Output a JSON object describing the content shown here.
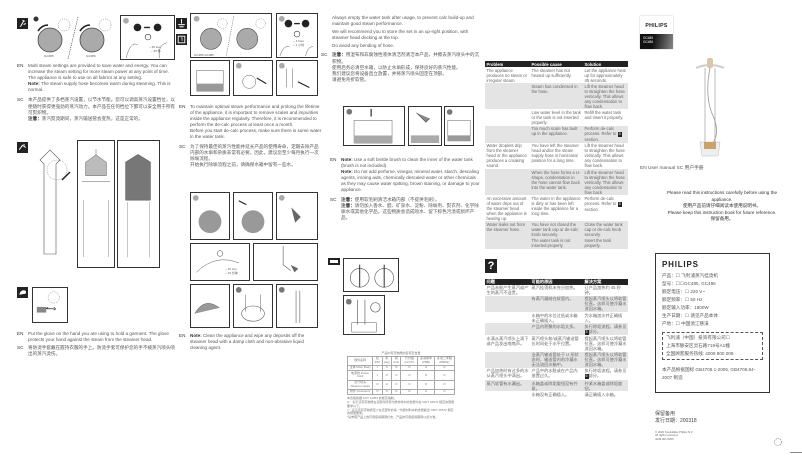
{
  "col1": {
    "en_lang": "EN",
    "sc_lang": "SC",
    "en_steam": "Multi steam settings are provided to save water and energy. You can increase the steam setting for more steam power at any point of time. The appliance is safe to use on all fabrics at any setting.",
    "en_note_label": "Note:",
    "en_note": " The steam supply hose becomes warm during steaming. This is normal.",
    "sc_steam": "本产品提供了多档蒸汽设置，以节水节能。您可以调高蒸汽设置档位，以便随时获得更强劲的蒸汽动力。本产品在任何档位下都可以安全用于所有可熨织物。",
    "sc_note_label": "注意：",
    "sc_note": "蒸汽熨烫期间，蒸汽输送管会变热，这是正常的。",
    "dial_labels": [
      "GC485",
      "GC486"
    ],
    "time_label": "~ 25 sec.",
    "time_label_sc": "~ 25 秒",
    "en_glove": "Put the glove on the hand you are using to hold a garment. The glove protects your hand against the steam from the steamer head.",
    "sc_glove": "将防烫手套戴在握持衣服的手上。防烫手套可保护您的手不被蒸汽喷头喷出的蒸汽烫伤。"
  },
  "col2": {
    "dial_label": "GC485 GC486",
    "wait_label": "~ 1 hour",
    "wait_label_sc": "~ 1 小时",
    "step_label": "~ 10 min.",
    "step_label_sc": "~ 10 分钟",
    "en_decalc": "To maintain optimal steam performance and prolong the lifetime of the appliance, it is important to remove scales and impurities inside the appliance regularly. Therefore, it is recommended to perform the de-calc process at least once a month.",
    "en_before": "Before you start de-calc process, make sure there is some water in the water tank.",
    "sc_decalc": "为了保持最佳的蒸汽性能并延长产品的使用寿命，定期去除产品内部的水垢和杂质非常有必要。因此，建议您至少每月执行一次除垢流程。",
    "sc_before": "开始执行除垢流程之前，请确保水箱中留有一些水。",
    "en_clean_label": "Note:",
    "en_clean": " Clean the appliance and wipe any deposits off the steamer head with a damp cloth and non-abrasive liquid cleaning agent."
  },
  "col3": {
    "en_empty": "Always empty the water tank after usage, to prevent calc build-up and maintain good steam performance.",
    "en_store": "We will recommend you to store the set in an up-right position, with steamer head docking at the top.",
    "en_hose": "Do avoid any bending of hose.",
    "sc_clean_label": "注意：",
    "sc_clean": "用湿布和非腐蚀性液体清洁剂清洁本产品，并擦去蒸汽喷头中的沉积物。",
    "sc_empty": "使用后务必清空水箱，以防止水垢形成，保持良好的蒸汽性能。",
    "sc_store": "我们建议您将设备直立放置，并将蒸汽喷头固定在顶部。",
    "sc_hose": "请避免弯折软管。",
    "en_brush_label": "Note:",
    "en_brush": " Use a soft bristle brush to clean the inner of the water tank (brush is not included).",
    "en_perfume_label": "Note:",
    "en_perfume": " Do not add perfume, vinegar, mineral water, starch, descaling agents, ironing aids, chemically descaled water or other chemicals as they may cause water spitting, brown staining, or damage to your appliance.",
    "sc_brush_label": "注意：",
    "sc_brush": "使用软毛刷清洁水箱内部（不提供毛刷）。",
    "sc_perfume_label": "注意：",
    "sc_perfume": "请勿加入香水、醋、矿泉水、淀粉、除垢剂、熨衣剂、化学除垢水或其他化学品，这些物质会造成喷水、留下棕色污渍或损坏产品。"
  },
  "troubleshooting_en": {
    "headers": [
      "Problem",
      "Possible cause",
      "Solution"
    ],
    "rows": [
      {
        "problem": "The appliance produces no steam or irregular steam.",
        "cause": "The steamer has not heated up sufficiently.",
        "solution": "Let the appliance heat up for approximately 45 seconds.",
        "shaded": false
      },
      {
        "problem": "",
        "cause": "Steam has condensed in the hose.",
        "solution": "Lift the steamer head to straighten the hose vertically. This allows any condensation to flow back.",
        "shaded": true
      },
      {
        "problem": "",
        "cause": "Low water level in the tank or the tank is not inserted properly.",
        "solution": "Refill the water tank and insert it properly.",
        "shaded": false
      },
      {
        "problem": "",
        "cause": "Too much scale has built up in the appliance.",
        "solution": "Perform de-calc process. Refer to",
        "ref": "5",
        "solution_end": " section.",
        "shaded": true
      },
      {
        "problem": "Water droplets drip from the steamer head or the appliance produces a croaking sound.",
        "cause": "You have left the steamer head and/or the steam supply hose in horizontal position for a long time.",
        "solution": "Lift the steamer head to straighten the hose vertically. This allows any condensation to flow back.",
        "shaded": false
      },
      {
        "problem": "",
        "cause": "When the hose forms a U-shape, condensation in the hose cannot flow back into the water tank.",
        "solution": "Lift the steamer head to straighten the hose vertically. This allows any condensation to flow back.",
        "shaded": true
      },
      {
        "problem": "An excessive amount of water drips out of the steamer head when the appliance is heating up.",
        "cause": "The water in the appliance is dirty or has been left inside the appliance for a long time.",
        "solution": "Perform de-calc process. Refer to",
        "ref": "5",
        "solution_end": " section.",
        "shaded": false
      },
      {
        "problem": "Water leaks out from the steamer hose.",
        "cause": "You have not closed the water tank cap or de-calc knob securely.",
        "solution": "Close the water tank cap or de-calc knob securely.",
        "shaded": true
      },
      {
        "problem": "",
        "cause": "The water tank is not inserted properly.",
        "solution": "Insert the tank properly.",
        "shaded": true
      }
    ]
  },
  "help_icon": "?",
  "troubleshooting_sc": {
    "headers": [
      "问题",
      "可能的原因",
      "解决方案"
    ],
    "rows": [
      {
        "problem": "产品未能产生蒸汽或产生的蒸汽不连贯。",
        "cause": "蒸汽挂烫机未充分加热。",
        "solution": "让产品加热约 45 秒钟。",
        "shaded": false
      },
      {
        "problem": "",
        "cause": "有蒸汽凝结在软管内。",
        "solution": "提起蒸汽喷头以将软管拉直。这样可使冷凝水流回水箱。",
        "shaded": true
      },
      {
        "problem": "",
        "cause": "水箱中的水位过低或水箱未正确插入。",
        "solution": "为水箱加水并正确插入。",
        "shaded": false
      },
      {
        "problem": "",
        "cause": "产品内积聚的水垢太多。",
        "solution": "执行除垢流程。请参见",
        "ref": "5",
        "solution_end": "部分。",
        "shaded": true
      },
      {
        "problem": "水滴从蒸汽喷头上滴下或产品发出咯咯声。",
        "cause": "蒸汽喷头和/或蒸汽输送管长时间处于水平位置。",
        "solution": "提起蒸汽喷头以将软管拉直。这样可使冷凝水流回水箱。",
        "shaded": false
      },
      {
        "problem": "",
        "cause": "当蒸汽输送管处于 U 形状态时，输送管内的冷凝水无法流回水箱中。",
        "solution": "提起蒸汽喷头以将软管拉直。这样可使冷凝水流回水箱。",
        "shaded": true
      },
      {
        "problem": "产品加热时有过多的水从蒸汽喷头中滴出。",
        "cause": "产品中的水脏或在产品内放置过久。",
        "solution": "执行除垢流程。请参见",
        "ref": "5",
        "solution_end": "部分。",
        "shaded": false
      },
      {
        "problem": "蒸汽软管有水漏出。",
        "cause": "水箱盖或除垢旋钮没有拧紧。",
        "solution": "拧紧水箱盖或除垢旋钮。",
        "shaded": true
      },
      {
        "problem": "",
        "cause": "水箱没有正确插入。",
        "solution": "请正确插入水箱。",
        "shaded": false
      }
    ]
  },
  "hazard_table": {
    "title": "产品中有害物质的名称及含量",
    "headers": [
      "部件名称",
      "铅 (Pb)",
      "汞 (Hg)",
      "镉 (Cd)",
      "六价铬 (Cr(VI))",
      "多溴联苯 (PBB)",
      "多溴二苯醚 (PBDE)"
    ],
    "rows": [
      [
        "主体 Main Body",
        "×",
        "O",
        "O",
        "O",
        "O",
        "O"
      ],
      [
        "电源线 Power Cord",
        "×",
        "O",
        "O",
        "O",
        "O",
        "O"
      ],
      [
        "蒸汽喷头 Steamer Head",
        "O",
        "O",
        "O",
        "O",
        "O",
        "O"
      ],
      [
        "附件 Accessory",
        "O",
        "O",
        "O",
        "O",
        "O",
        "O"
      ]
    ],
    "notes": [
      "本表格依据 SJ/T 11364 的规定编制。",
      "O：表示该有害物质在该部件所有均质材料中的含量均在 GB/T 26572 规定的限量要求以下。",
      "×：表示该有害物质至少在该部件的某一均质材料中的含量超出 GB/T 26572 规定的限量要求。",
      "*请参照产品上的环保使用期限标志，产品的环保使用期限以此为准。"
    ]
  },
  "cover": {
    "brand": "PHILIPS",
    "models": [
      "GC485",
      "GC486"
    ],
    "user_manual": "EN  User manual  SC  用户手册",
    "read_en": "Please read this instructions carefully before using the appliance.",
    "read_sc": "使用产品前请仔细阅读本使用说明书。",
    "keep_en": "Please keep this instruction book for future reference.",
    "keep_sc": "保留备用。"
  },
  "plate": {
    "brand": "PHILIPS",
    "lines": [
      "产品：☐ 飞利浦蒸汽挂烫机",
      "型号：☐☐GC485, GC486",
      "额定电压：☐ 220 V~",
      "额定频率：☐ 50 Hz",
      "额定输入功率：1800W",
      "生产日期：☐ 请见产品本体",
      "产地：☐ 中国浙江慈溪"
    ],
    "company": [
      "飞利浦（中国）投资有限公司☐",
      "上海市静安区灵石路718号A1幢",
      "全国顾客服务热线: 4008 800 008"
    ],
    "standard": "本产品根据国标 GB4706.1-2005, GB4706.84-2007 制造"
  },
  "footer": {
    "keep": "保留备用",
    "issue_date": "发行日期：200318",
    "copyright": "© 2020 Koninklijke Philips N.V.",
    "rights": "All rights reserved.",
    "code": "4239.001.6256"
  }
}
